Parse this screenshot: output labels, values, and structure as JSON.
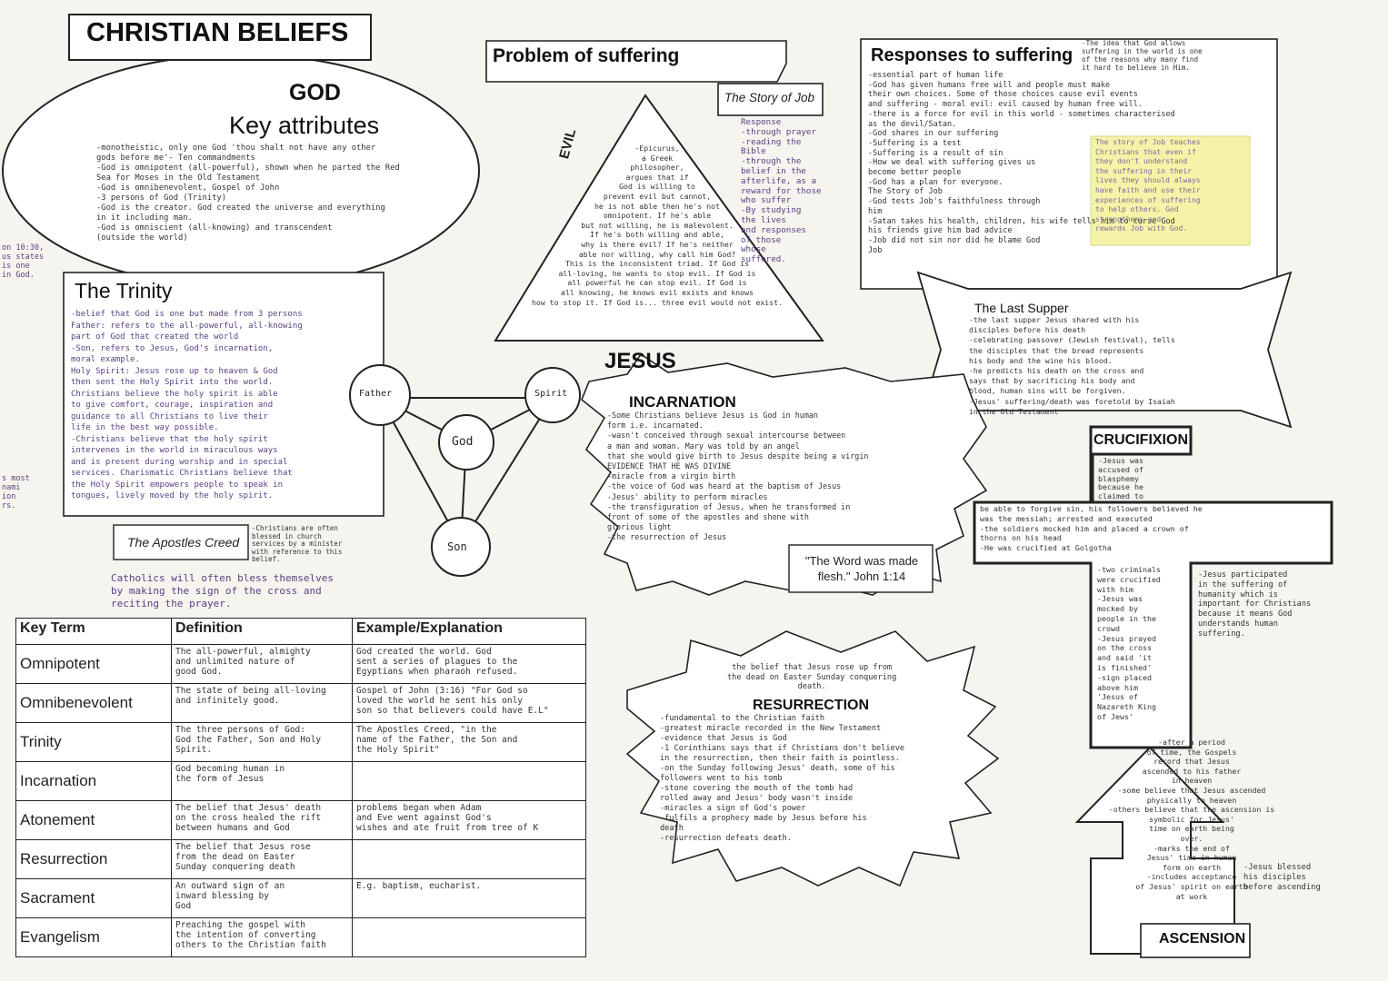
{
  "main_title": "CHRISTIAN BELIEFS",
  "god": {
    "title": "GOD",
    "subtitle": "Key attributes",
    "notes": "-monotheistic, only one God 'thou shalt not have any other\ngods before me'- Ten commandments\n-God is omnipotent (all-powerful), shown when he parted the Red\nSea for Moses in the Old Testament\n-God is omnibenevolent, Gospel of John\n-3 persons of God (Trinity)\n-God is the creator. God created the universe and everything\nin it including man.\n-God is omniscient (all-knowing) and transcendent\n(outside the world)"
  },
  "left_margin_note": "on 10:30,\nus states\nis one\nin God.",
  "left_margin_note2": "s most\nnami\nion\nrs.",
  "trinity": {
    "title": "The Trinity",
    "notes": "-belief that God is one but made from 3 persons\nFather: refers to the all-powerful, all-knowing\npart of God that created the world\n-Son, refers to Jesus, God's incarnation,\nmoral example.\nHoly Spirit: Jesus rose up to heaven & God\nthen sent the Holy Spirit into the world.\nChristians believe the holy spirit is able\nto give comfort, courage, inspiration and\nguidance to all Christians to live their\nlife in the best way possible.\n-Christians believe that the holy spirit\nintervenes in the world in miraculous ways\nand is present during worship and in special\nservices. Charismatic Christians believe that\nthe Holy Spirit empowers people to speak in\ntongues, lively moved by the holy spirit.",
    "nodes": {
      "father": "Father",
      "spirit": "Spirit",
      "god": "God",
      "son": "Son"
    },
    "creed_label": "The Apostles Creed",
    "creed_note": "-Christians are often\nblessed in church\nservices by a minister\nwith reference to this\nbelief.",
    "catholic_note": "Catholics will often bless themselves\nby making the sign of the cross and\nreciting the prayer."
  },
  "suffering": {
    "title": "Problem of suffering",
    "evil_label": "EVIL",
    "triangle_text": "-Epicurus,\na Greek\nphilosopher,\nargues that if\nGod is willing to\nprevent evil but cannot,\nhe is not able then he's not\nomnipotent. If he's able\nbut not willing, he is malevolent.\nIf he's both willing and able,\nwhy is there evil? If he's neither\nable nor willing, why call him God?\nThis is the inconsistent triad. If God is\nall-loving, he wants to stop evil. If God is\nall powerful he can stop evil. If God is\nall knowing, he knows evil exists and knows\nhow to stop it. If God is... three evil would not exist.",
    "job_label": "The Story of Job",
    "job_notes": "Response\n-through prayer\n-reading the\nBible\n-through the\nbelief in the\nafterlife, as a\nreward for those\nwho suffer\n-By studying\nthe lives\nand responses\nof those\nwhose\nsuffered."
  },
  "responses": {
    "title": "Responses to suffering",
    "side_note": "-The idea that God allows\nsuffering in the world is one\nof the reasons why many find\nit hard to believe in Him.",
    "notes": "-essential part of human life\n-God has given humans free will and people must make\ntheir own choices. Some of those choices cause evil events\nand suffering - moral evil: evil caused by human free will.\n-there is a force for evil in this world - sometimes characterised\nas the devil/Satan.\n-God shares in our suffering\n-Suffering is a test\n-Suffering is a result of sin\n-How we deal with suffering gives us\nbecome better people\n-God has a plan for everyone.\nThe Story of Job\n-God tests Job's faithfulness through\nhim\n-Satan takes his health, children, his wife tells him to curse God\nhis friends give him bad advice\n-Job did not sin nor did he blame God\nJob",
    "sticky_note": "The story of Job teaches\nChristians that even if\nthey don't understand\nthe suffering in their\nlives they should always\nhave faith and use their\nexperiences of suffering\nto help others. God\nstrengthens and\nrewards Job with God."
  },
  "jesus": {
    "title": "JESUS",
    "incarnation_title": "INCARNATION",
    "incarnation_notes": "-Some Christians believe Jesus is God in human\nform i.e. incarnated.\n-wasn't conceived through sexual intercourse between\na man and woman. Mary was told by an angel\nthat she would give birth to Jesus despite being a virgin\nEVIDENCE THAT HE WAS DIVINE\n-miracle from a virgin birth\n-the voice of God was heard at the baptism of Jesus\n-Jesus' ability to perform miracles\n-the transfiguration of Jesus, when he transformed in\nfront of some of the apostles and shone with\nglorious light\n-the resurrection of Jesus",
    "quote": "\"The Word was made flesh.\" John 1:14"
  },
  "resurrection": {
    "title": "RESURRECTION",
    "intro": "the belief that Jesus rose up from\nthe dead on Easter Sunday conquering\ndeath.",
    "notes": "-fundamental to the Christian faith\n-greatest miracle recorded in the New Testament\n-evidence that Jesus is God\n-1 Corinthians says that if Christians don't believe\nin the resurrection, then their faith is pointless.\n-on the Sunday following Jesus' death, some of his\nfollowers went to his tomb\n-stone covering the mouth of the tomb had\nrolled away and Jesus' body wasn't inside\n-miracles a sign of God's power\n-fulfils a prophecy made by Jesus before his\ndeath\n-resurrection defeats death."
  },
  "last_supper": {
    "title": "The Last Supper",
    "notes": "-the last supper Jesus shared with his\ndisciples before his death\n-celebrating passover (Jewish festival), tells\nthe disciples that the bread represents\nhis body and the wine his blood.\n-he predicts his death on the cross and\nsays that by sacrificing his body and\nblood, human sins will be forgiven.\n-Jesus' suffering/death was foretold by Isaiah\nin the Old Testament"
  },
  "crucifixion": {
    "title": "CRUCIFIXION",
    "notes_top": "-Jesus was\naccused of\nblasphemy\nbecause he\nclaimed to",
    "notes_mid": "be able to forgive sin, his followers believed he\nwas the messiah; arrested and executed\n-the soldiers mocked him and placed a crown of\nthorns on his head\n-He was crucified at Golgotha",
    "notes_post": "-two criminals\nwere crucified\nwith him\n-Jesus was\nmocked by\npeople in the\ncrowd\n-Jesus prayed\non the cross\nand said 'it\nis finished'\n-sign placed\nabove him\n'Jesus of\nNazareth King\nof Jews'",
    "side_note": "-Jesus participated\nin the suffering of\nhumanity which is\nimportant for Christians\nbecause it means God\nunderstands human\nsuffering."
  },
  "ascension": {
    "title": "ASCENSION",
    "notes": "-after a period\nof time, the Gospels\nrecord that Jesus\nascended to his father\nin heaven\n-some believe that Jesus ascended\nphysically to heaven\n-others believe that the ascension is\nsymbolic for Jesus'\ntime on earth being\nover.\n-marks the end of\nJesus' time in human\nform on earth\n-includes acceptance\nof Jesus' spirit on earth\nat work",
    "side_note": "-Jesus blessed\nhis disciples\nbefore ascending"
  },
  "key_terms": {
    "headers": [
      "Key Term",
      "Definition",
      "Example/Explanation"
    ],
    "rows": [
      {
        "term": "Omnipotent",
        "definition": "The all-powerful, almighty\nand unlimited nature of\ngood God.",
        "example": "God created the world. God\nsent a series of plagues to the\nEgyptians when pharaoh refused."
      },
      {
        "term": "Omnibenevolent",
        "definition": "The state of being all-loving\nand infinitely good.",
        "example": "Gospel of John (3:16) \"For God so\nloved the world he sent his only\nson so that believers could have E.L\""
      },
      {
        "term": "Trinity",
        "definition": "The three persons of God:\nGod the Father, Son and Holy\nSpirit.",
        "example": "The Apostles Creed, \"in the\nname of the Father, the Son and\nthe Holy Spirit\""
      },
      {
        "term": "Incarnation",
        "definition": "God becoming human in\nthe form of Jesus",
        "example": ""
      },
      {
        "term": "Atonement",
        "definition": "The belief that Jesus' death\non the cross healed the rift\nbetween humans and God",
        "example": "problems began when Adam\nand Eve went against God's\nwishes and ate fruit from tree of K"
      },
      {
        "term": "Resurrection",
        "definition": "The belief that Jesus rose\nfrom the dead on Easter\nSunday conquering death",
        "example": ""
      },
      {
        "term": "Sacrament",
        "definition": "An outward sign of an\ninward blessing by\nGod",
        "example": "E.g. baptism, eucharist."
      },
      {
        "term": "Evangelism",
        "definition": "Preaching the gospel with\nthe intention of converting\nothers to the Christian faith",
        "example": ""
      }
    ]
  }
}
